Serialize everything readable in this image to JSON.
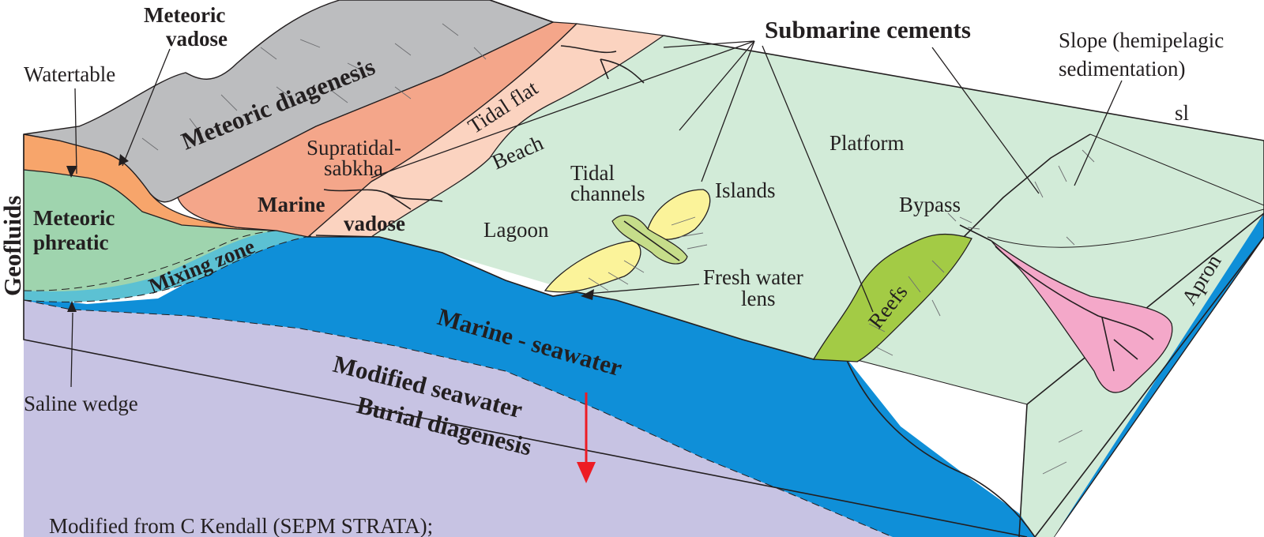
{
  "diagram": {
    "labels": {
      "meteoric_vadose": [
        "Meteoric",
        "vadose"
      ],
      "watertable": "Watertable",
      "meteoric_diagenesis": "Meteoric diagenesis",
      "tidal_flat": "Tidal flat",
      "submarine_cements": "Submarine cements",
      "slope": [
        "Slope (hemipelagic",
        "sedimentation)"
      ],
      "sl": "sl",
      "supratidal": [
        "Supratidal-",
        "sabkha"
      ],
      "beach": "Beach",
      "platform": "Platform",
      "tidal_channels": [
        "Tidal",
        "channels"
      ],
      "islands": "Islands",
      "geofluids": "Geofluids",
      "meteoric_phreatic": [
        "Meteoric",
        "phreatic"
      ],
      "marine": "Marine",
      "vadose": "vadose",
      "lagoon": "Lagoon",
      "bypass": "Bypass",
      "mixing_zone": "Mixing zone",
      "fresh_water_lens": [
        "Fresh water",
        "lens"
      ],
      "reefs": "Reefs",
      "apron": "Apron",
      "marine_seawater": "Marine - seawater",
      "modified_seawater": "Modified seawater",
      "burial_diagenesis": "Burial diagenesis",
      "saline_wedge": "Saline wedge"
    },
    "caption": "Modified from C Kendall (SEPM STRATA);",
    "colors": {
      "meteoric_gray": "#bcbdbf",
      "marine_vadose_salmon": "#f4a68a",
      "tidal_flat_pink": "#fbd3c0",
      "watertable_orange": "#f7a56b",
      "meteoric_phreatic_green": "#9fd4ae",
      "mixing_zone_cyan": "#5cc1d3",
      "marine_blue": "#0f8fd8",
      "burial_lavender": "#c7c3e3",
      "platform_pale_green": "#d2ebd8",
      "islands_yellow": "#fbf39a",
      "reef_green": "#a3cb45",
      "tidal_channel_green": "#c6dd8a",
      "apron_pink": "#f4a8c9",
      "arrow_red": "#ed1c24"
    }
  }
}
